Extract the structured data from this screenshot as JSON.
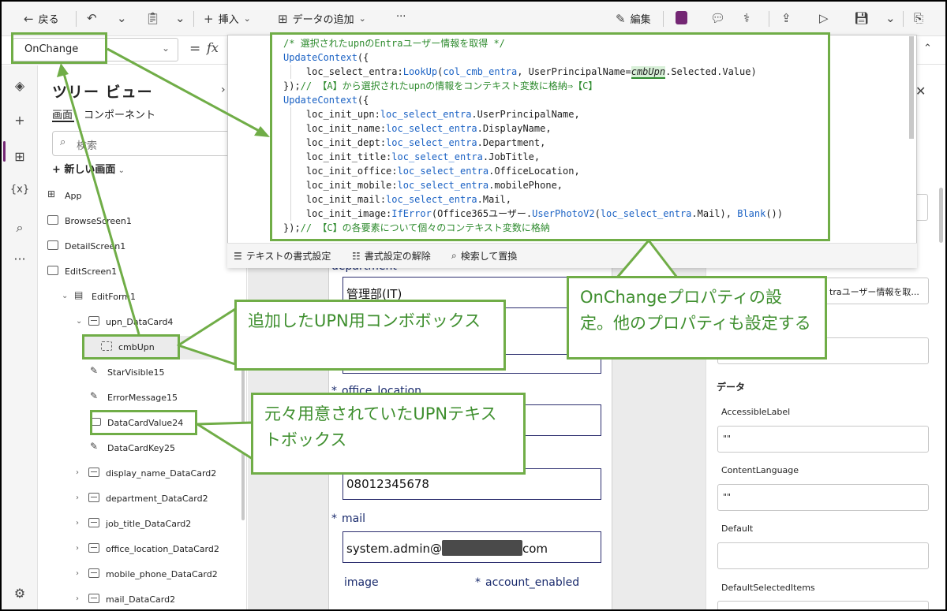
{
  "toolbar": {
    "back": "戻る",
    "insert": "挿入",
    "add_data": "データの追加",
    "more": "···",
    "edit": "編集"
  },
  "formula_bar": {
    "property": "OnChange",
    "equals": "=",
    "fx": "fx"
  },
  "code": {
    "lines": [
      [
        {
          "c": "com",
          "t": "/* 選択されたupnのEntraユーザー情報を取得 */"
        }
      ],
      [
        {
          "c": "fn",
          "t": "UpdateContext"
        },
        {
          "c": "var",
          "t": "({"
        }
      ],
      [
        {
          "c": "var",
          "t": "    loc_select_entra:"
        },
        {
          "c": "fn",
          "t": "LookUp"
        },
        {
          "c": "var",
          "t": "("
        },
        {
          "c": "ref",
          "t": "col_cmb_entra"
        },
        {
          "c": "var",
          "t": ", UserPrincipalName="
        },
        {
          "c": "hl",
          "t": "cmbUpn"
        },
        {
          "c": "var",
          "t": ".Selected.Value)"
        }
      ],
      [
        {
          "c": "var",
          "t": "});"
        },
        {
          "c": "com",
          "t": "// 【A】から選択されたupnの情報をコンテキスト変数に格納⇒【C】"
        }
      ],
      [
        {
          "c": "fn",
          "t": "UpdateContext"
        },
        {
          "c": "var",
          "t": "({"
        }
      ],
      [
        {
          "c": "var",
          "t": "    loc_init_upn:"
        },
        {
          "c": "ref",
          "t": "loc_select_entra"
        },
        {
          "c": "var",
          "t": ".UserPrincipalName,"
        }
      ],
      [
        {
          "c": "var",
          "t": "    loc_init_name:"
        },
        {
          "c": "ref",
          "t": "loc_select_entra"
        },
        {
          "c": "var",
          "t": ".DisplayName,"
        }
      ],
      [
        {
          "c": "var",
          "t": "    loc_init_dept:"
        },
        {
          "c": "ref",
          "t": "loc_select_entra"
        },
        {
          "c": "var",
          "t": ".Department,"
        }
      ],
      [
        {
          "c": "var",
          "t": "    loc_init_title:"
        },
        {
          "c": "ref",
          "t": "loc_select_entra"
        },
        {
          "c": "var",
          "t": ".JobTitle,"
        }
      ],
      [
        {
          "c": "var",
          "t": "    loc_init_office:"
        },
        {
          "c": "ref",
          "t": "loc_select_entra"
        },
        {
          "c": "var",
          "t": ".OfficeLocation,"
        }
      ],
      [
        {
          "c": "var",
          "t": "    loc_init_mobile:"
        },
        {
          "c": "ref",
          "t": "loc_select_entra"
        },
        {
          "c": "var",
          "t": ".mobilePhone,"
        }
      ],
      [
        {
          "c": "var",
          "t": "    loc_init_mail:"
        },
        {
          "c": "ref",
          "t": "loc_select_entra"
        },
        {
          "c": "var",
          "t": ".Mail,"
        }
      ],
      [
        {
          "c": "var",
          "t": "    loc_init_image:"
        },
        {
          "c": "fn",
          "t": "IfError"
        },
        {
          "c": "var",
          "t": "(Office365ユーザー."
        },
        {
          "c": "fn",
          "t": "UserPhotoV2"
        },
        {
          "c": "var",
          "t": "("
        },
        {
          "c": "ref",
          "t": "loc_select_entra"
        },
        {
          "c": "var",
          "t": ".Mail), "
        },
        {
          "c": "fn",
          "t": "Blank"
        },
        {
          "c": "var",
          "t": "())"
        }
      ],
      [
        {
          "c": "var",
          "t": "});"
        },
        {
          "c": "com",
          "t": "// 【C】の各要素について個々のコンテキスト変数に格納"
        }
      ]
    ],
    "footer": {
      "format_text": "テキストの書式設定",
      "remove_format": "書式設定の解除",
      "find_replace": "検索して置換"
    }
  },
  "tree": {
    "title": "ツリー ビュー",
    "tab_screens": "画面",
    "tab_components": "コンポーネント",
    "search_placeholder": "検索",
    "new_screen": "新しい画面",
    "items": [
      {
        "label": "App",
        "type": "app",
        "indent": 0,
        "chevron": ""
      },
      {
        "label": "BrowseScreen1",
        "type": "screen",
        "indent": 0,
        "chevron": ""
      },
      {
        "label": "DetailScreen1",
        "type": "screen",
        "indent": 0,
        "chevron": ""
      },
      {
        "label": "EditScreen1",
        "type": "screen",
        "indent": 0,
        "chevron": ""
      },
      {
        "label": "EditForm1",
        "type": "form",
        "indent": 1,
        "chevron": "v"
      },
      {
        "label": "upn_DataCard4",
        "type": "card",
        "indent": 2,
        "chevron": "v"
      },
      {
        "label": "cmbUpn",
        "type": "combo",
        "indent": 3,
        "chevron": "",
        "selected": true
      },
      {
        "label": "StarVisible15",
        "type": "edit",
        "indent": 3,
        "chevron": ""
      },
      {
        "label": "ErrorMessage15",
        "type": "edit",
        "indent": 3,
        "chevron": ""
      },
      {
        "label": "DataCardValue24",
        "type": "textinput",
        "indent": 3,
        "chevron": ""
      },
      {
        "label": "DataCardKey25",
        "type": "edit",
        "indent": 3,
        "chevron": ""
      },
      {
        "label": "display_name_DataCard2",
        "type": "card",
        "indent": 2,
        "chevron": ">"
      },
      {
        "label": "department_DataCard2",
        "type": "card",
        "indent": 2,
        "chevron": ">"
      },
      {
        "label": "job_title_DataCard2",
        "type": "card",
        "indent": 2,
        "chevron": ">"
      },
      {
        "label": "office_location_DataCard2",
        "type": "card",
        "indent": 2,
        "chevron": ">"
      },
      {
        "label": "mobile_phone_DataCard2",
        "type": "card",
        "indent": 2,
        "chevron": ">"
      },
      {
        "label": "mail_DataCard2",
        "type": "card",
        "indent": 2,
        "chevron": ">"
      }
    ]
  },
  "canvas": {
    "department_label": "department",
    "department_value": "管理部(IT)",
    "office_label": "office_location",
    "mobile_value": "08012345678",
    "mail_label": "mail",
    "mail_prefix": "system.admin@",
    "mail_suffix": "com",
    "image_label": "image",
    "account_label": "account_enabled",
    "star": "*"
  },
  "properties": {
    "top_value": "traユーザー情報を取...",
    "section_data": "データ",
    "accessible_label": "AccessibleLabel",
    "accessible_value": "\"\"",
    "content_language": "ContentLanguage",
    "content_language_value": "\"\"",
    "default": "Default",
    "default_selected": "DefaultSelectedItems"
  },
  "callouts": {
    "combo": "追加したUPN用コンボボックス",
    "textbox": "元々用意されていたUPNテキストボックス",
    "onchange": "OnChangeプロパティの設定。他のプロパティも設定する"
  },
  "colors": {
    "highlight_green": "#70ad47",
    "callout_text": "#3f8f2f",
    "accent_purple": "#742774"
  }
}
